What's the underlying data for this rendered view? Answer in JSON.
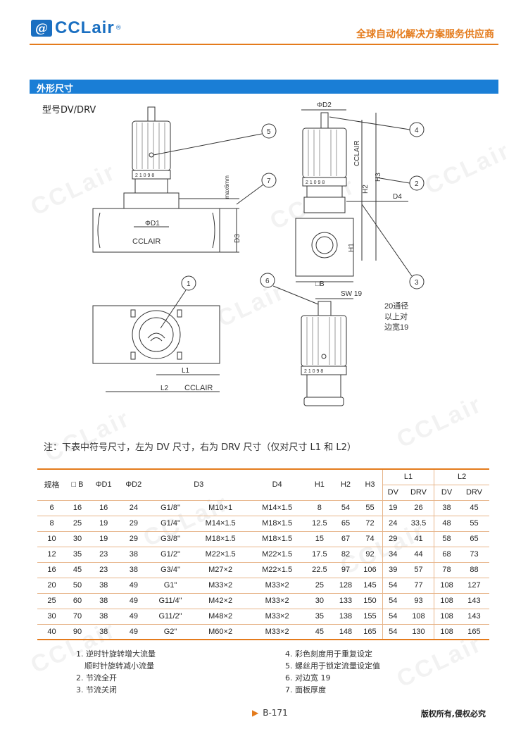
{
  "header": {
    "brand": "CCLair",
    "brand_reg": "®",
    "logo_glyph": "@",
    "slogan": "全球自动化解决方案服务供应商"
  },
  "section": {
    "title": "外形尺寸",
    "model": "型号DV/DRV"
  },
  "drawing": {
    "callouts": [
      "1",
      "2",
      "3",
      "4",
      "5",
      "6",
      "7"
    ],
    "labels": {
      "d1": "ΦD1",
      "d2": "ΦD2",
      "d3": "D3",
      "d4": "D4",
      "h1": "H1",
      "h2": "H2",
      "h3": "H3",
      "b": "□B",
      "l1": "L1",
      "l2": "L2",
      "sw": "SW 19",
      "max": "max6mm",
      "body_text": "CCLAIR",
      "scale": "2 1 0 9 8",
      "note_lines": [
        "20通径",
        "以上对",
        "边宽19"
      ]
    }
  },
  "note": "注：下表中符号尺寸，左为 DV 尺寸，右为 DRV 尺寸（仅对尺寸 L1 和 L2）",
  "table": {
    "headers": [
      "规格",
      "□ B",
      "ΦD1",
      "ΦD2",
      "D3",
      "D4",
      "H1",
      "H2",
      "H3",
      "L1",
      "L2"
    ],
    "sub_headers": [
      "DV",
      "DRV",
      "DV",
      "DRV"
    ],
    "rows": [
      [
        "6",
        "16",
        "16",
        "24",
        "G1/8\"",
        "M10×1",
        "M14×1.5",
        "8",
        "54",
        "55",
        "19",
        "26",
        "38",
        "45"
      ],
      [
        "8",
        "25",
        "19",
        "29",
        "G1/4\"",
        "M14×1.5",
        "M18×1.5",
        "12.5",
        "65",
        "72",
        "24",
        "33.5",
        "48",
        "55"
      ],
      [
        "10",
        "30",
        "19",
        "29",
        "G3/8\"",
        "M18×1.5",
        "M18×1.5",
        "15",
        "67",
        "74",
        "29",
        "41",
        "58",
        "65"
      ],
      [
        "12",
        "35",
        "23",
        "38",
        "G1/2\"",
        "M22×1.5",
        "M22×1.5",
        "17.5",
        "82",
        "92",
        "34",
        "44",
        "68",
        "73"
      ],
      [
        "16",
        "45",
        "23",
        "38",
        "G3/4\"",
        "M27×2",
        "M22×1.5",
        "22.5",
        "97",
        "106",
        "39",
        "57",
        "78",
        "88"
      ],
      [
        "20",
        "50",
        "38",
        "49",
        "G1\"",
        "M33×2",
        "M33×2",
        "25",
        "128",
        "145",
        "54",
        "77",
        "108",
        "127"
      ],
      [
        "25",
        "60",
        "38",
        "49",
        "G11/4\"",
        "M42×2",
        "M33×2",
        "30",
        "133",
        "150",
        "54",
        "93",
        "108",
        "143"
      ],
      [
        "30",
        "70",
        "38",
        "49",
        "G11/2\"",
        "M48×2",
        "M33×2",
        "35",
        "138",
        "155",
        "54",
        "108",
        "108",
        "143"
      ],
      [
        "40",
        "90",
        "38",
        "49",
        "G2\"",
        "M60×2",
        "M33×2",
        "45",
        "148",
        "165",
        "54",
        "130",
        "108",
        "165"
      ]
    ]
  },
  "legend": {
    "left": [
      "1. 逆时针旋转增大流量",
      "   顺时针旋转减小流量",
      "2. 节流全开",
      "3. 节流关闭"
    ],
    "right": [
      "4. 彩色刻度用于重复设定",
      "5. 螺丝用于锁定流量设定值",
      "6. 对边宽 19",
      "7. 面板厚度"
    ]
  },
  "footer": {
    "page": "B-171",
    "copyright": "版权所有,侵权必究"
  },
  "colors": {
    "accent": "#e47b1c",
    "brand_blue": "#1a7ed6"
  }
}
